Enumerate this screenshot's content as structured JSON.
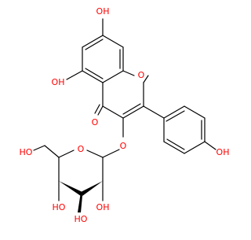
{
  "molecule": {
    "atom_labels": {
      "oh_top": "OH",
      "oh_5": "OH",
      "o_carbonyl": "O",
      "o_ring": "O",
      "o_glycoside": "O",
      "o_sugar_ring": "O",
      "oh_phenol": "OH",
      "ho_ch2": "HO",
      "ho_c4": "HO",
      "ho_c3": "HO",
      "oh_c2": "OH"
    },
    "colors": {
      "bond": "#000000",
      "oxygen": "#ff0000",
      "background": "#ffffff"
    }
  }
}
